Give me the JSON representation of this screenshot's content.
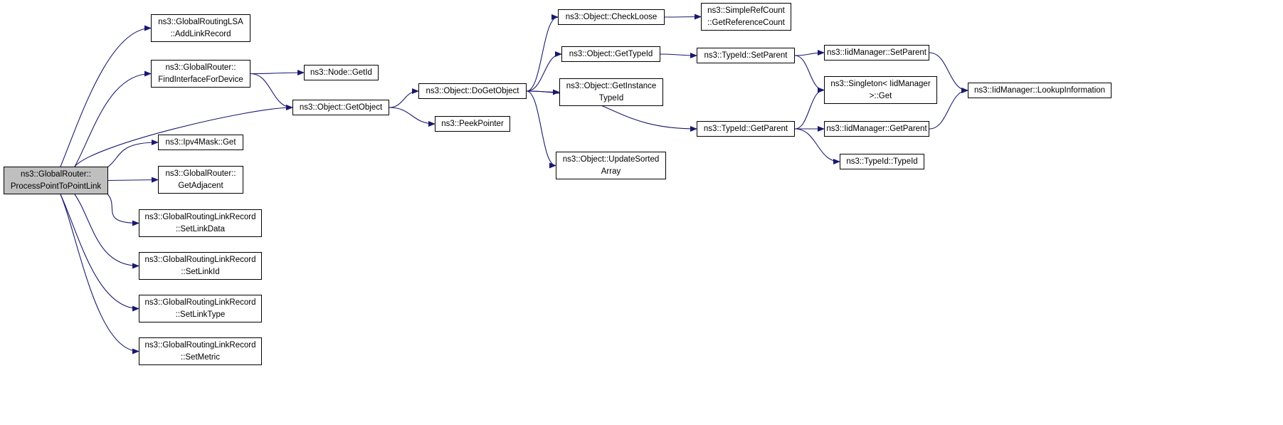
{
  "nodes": [
    {
      "id": "root",
      "label": "ns3::GlobalRouter::\nProcessPointToPointLink",
      "root": true
    },
    {
      "id": "addlink",
      "label": "ns3::GlobalRoutingLSA\n::AddLinkRecord"
    },
    {
      "id": "findif",
      "label": "ns3::GlobalRouter::\nFindInterfaceForDevice"
    },
    {
      "id": "getobject",
      "label": "ns3::Object::GetObject"
    },
    {
      "id": "nodegetid",
      "label": "ns3::Node::GetId"
    },
    {
      "id": "ipv4get",
      "label": "ns3::Ipv4Mask::Get"
    },
    {
      "id": "getadj",
      "label": "ns3::GlobalRouter::\nGetAdjacent"
    },
    {
      "id": "setlinkdata",
      "label": "ns3::GlobalRoutingLinkRecord\n::SetLinkData"
    },
    {
      "id": "setlinkid",
      "label": "ns3::GlobalRoutingLinkRecord\n::SetLinkId"
    },
    {
      "id": "setlinktype",
      "label": "ns3::GlobalRoutingLinkRecord\n::SetLinkType"
    },
    {
      "id": "setmetric",
      "label": "ns3::GlobalRoutingLinkRecord\n::SetMetric"
    },
    {
      "id": "dogetobject",
      "label": "ns3::Object::DoGetObject"
    },
    {
      "id": "peek",
      "label": "ns3::PeekPointer"
    },
    {
      "id": "checkloose",
      "label": "ns3::Object::CheckLoose"
    },
    {
      "id": "gettypeid",
      "label": "ns3::Object::GetTypeId"
    },
    {
      "id": "getinstance",
      "label": "ns3::Object::GetInstance\nTypeId"
    },
    {
      "id": "updatesorted",
      "label": "ns3::Object::UpdateSorted\nArray"
    },
    {
      "id": "refcount",
      "label": "ns3::SimpleRefCount\n::GetReferenceCount"
    },
    {
      "id": "tsetparent",
      "label": "ns3::TypeId::SetParent"
    },
    {
      "id": "tgetparent",
      "label": "ns3::TypeId::GetParent"
    },
    {
      "id": "iidsetparent",
      "label": "ns3::IidManager::SetParent"
    },
    {
      "id": "singleton",
      "label": "ns3::Singleton< IidManager\n>::Get"
    },
    {
      "id": "iidgetparent",
      "label": "ns3::IidManager::GetParent"
    },
    {
      "id": "typeidctor",
      "label": "ns3::TypeId::TypeId"
    },
    {
      "id": "lookup",
      "label": "ns3::IidManager::LookupInformation"
    }
  ],
  "edges": [
    {
      "from": "root",
      "to": "addlink"
    },
    {
      "from": "root",
      "to": "findif"
    },
    {
      "from": "root",
      "to": "getobject"
    },
    {
      "from": "root",
      "to": "ipv4get"
    },
    {
      "from": "root",
      "to": "getadj"
    },
    {
      "from": "root",
      "to": "setlinkdata"
    },
    {
      "from": "root",
      "to": "setlinkid"
    },
    {
      "from": "root",
      "to": "setlinktype"
    },
    {
      "from": "root",
      "to": "setmetric"
    },
    {
      "from": "findif",
      "to": "nodegetid"
    },
    {
      "from": "findif",
      "to": "getobject"
    },
    {
      "from": "getobject",
      "to": "dogetobject"
    },
    {
      "from": "getobject",
      "to": "peek"
    },
    {
      "from": "dogetobject",
      "to": "checkloose"
    },
    {
      "from": "dogetobject",
      "to": "gettypeid"
    },
    {
      "from": "dogetobject",
      "to": "getinstance"
    },
    {
      "from": "dogetobject",
      "to": "updatesorted"
    },
    {
      "from": "dogetobject",
      "to": "tgetparent"
    },
    {
      "from": "checkloose",
      "to": "refcount"
    },
    {
      "from": "gettypeid",
      "to": "tsetparent"
    },
    {
      "from": "tsetparent",
      "to": "iidsetparent"
    },
    {
      "from": "tsetparent",
      "to": "singleton"
    },
    {
      "from": "tgetparent",
      "to": "singleton"
    },
    {
      "from": "tgetparent",
      "to": "iidgetparent"
    },
    {
      "from": "tgetparent",
      "to": "typeidctor"
    },
    {
      "from": "iidsetparent",
      "to": "lookup"
    },
    {
      "from": "iidgetparent",
      "to": "lookup"
    }
  ]
}
